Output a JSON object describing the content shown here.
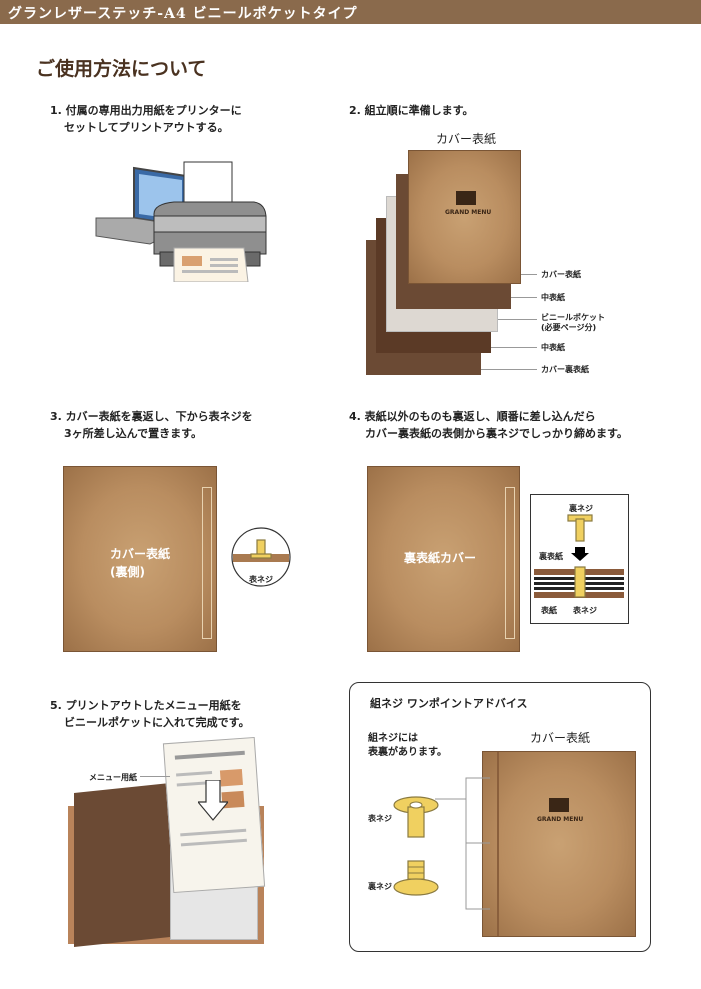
{
  "header": {
    "title": "グランレザーステッチ-A4 ビニールポケットタイプ"
  },
  "page_title": "ご使用方法について",
  "steps": {
    "s1": {
      "line1": "1. 付属の専用出力用紙をプリンターに",
      "line2": "セットしてプリントアウトする。"
    },
    "s2": {
      "line1": "2. 組立順に準備します。",
      "caption": "カバー表紙",
      "layers": [
        "カバー表紙",
        "中表紙",
        "ビニールポケット",
        "(必要ページ分)",
        "中表紙",
        "カバー裏表紙"
      ],
      "logo": "GRAND MENU"
    },
    "s3": {
      "line1": "3. カバー表紙を裏返し、下から表ネジを",
      "line2": "3ヶ所差し込んで置きます。",
      "cover_label1": "カバー表紙",
      "cover_label2": "(裏側)",
      "screw_label": "表ネジ"
    },
    "s4": {
      "line1": "4.  表紙以外のものも裏返し、順番に差し込んだら",
      "line2": "カバー裏表紙の表側から裏ネジでしっかり締めます。",
      "cover_label": "裏表紙カバー",
      "ura_neji": "裏ネジ",
      "ura_hyoshi": "裏表紙",
      "hyoshi": "表紙",
      "omote_neji": "表ネジ"
    },
    "s5": {
      "line1": "5. プリントアウトしたメニュー用紙を",
      "line2": "ビニールポケットに入れて完成です。",
      "menu_label": "メニュー用紙"
    },
    "advice": {
      "title": "組ネジ ワンポイントアドバイス",
      "note1": "組ネジには",
      "note2": "表裏があります。",
      "cover_caption": "カバー表紙",
      "omote": "表ネジ",
      "ura": "裏ネジ",
      "logo": "GRAND MENU"
    }
  }
}
